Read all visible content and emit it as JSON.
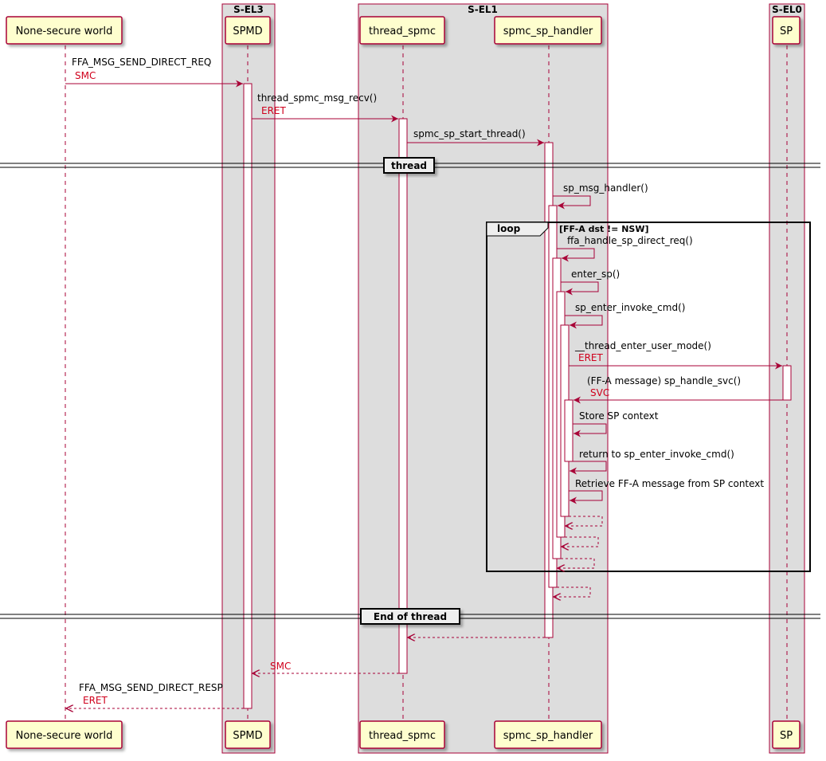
{
  "boxes": {
    "el3": "S-EL3",
    "el1": "S-EL1",
    "el0": "S-EL0"
  },
  "participants": {
    "nsw": "None-secure world",
    "spmd": "SPMD",
    "thread_spmc": "thread_spmc",
    "handler": "spmc_sp_handler",
    "sp": "SP"
  },
  "dividers": {
    "thread": "thread",
    "end_thread": "End of thread"
  },
  "loop": {
    "keyword": "loop",
    "condition": "[FF-A dst != NSW]"
  },
  "messages": {
    "m1": "FFA_MSG_SEND_DIRECT_REQ",
    "m1_note": "SMC",
    "m2": "thread_spmc_msg_recv()",
    "m2_note": "ERET",
    "m3": "spmc_sp_start_thread()",
    "m4": "sp_msg_handler()",
    "m5": "ffa_handle_sp_direct_req()",
    "m6": "enter_sp()",
    "m7": "sp_enter_invoke_cmd()",
    "m8": "__thread_enter_user_mode()",
    "m8_note": "ERET",
    "m9": "(FF-A message) sp_handle_svc()",
    "m9_note": "SVC",
    "m10": "Store SP context",
    "m11": "return to sp_enter_invoke_cmd()",
    "m12": "Retrieve FF-A message from SP context",
    "m20_note": "SMC",
    "m21": "FFA_MSG_SEND_DIRECT_RESP",
    "m21_note": "ERET"
  },
  "colors": {
    "line": "#A80036",
    "participant_fill": "#FEFECE",
    "box_fill": "#DDDDDD",
    "note_red": "#D0001C"
  }
}
